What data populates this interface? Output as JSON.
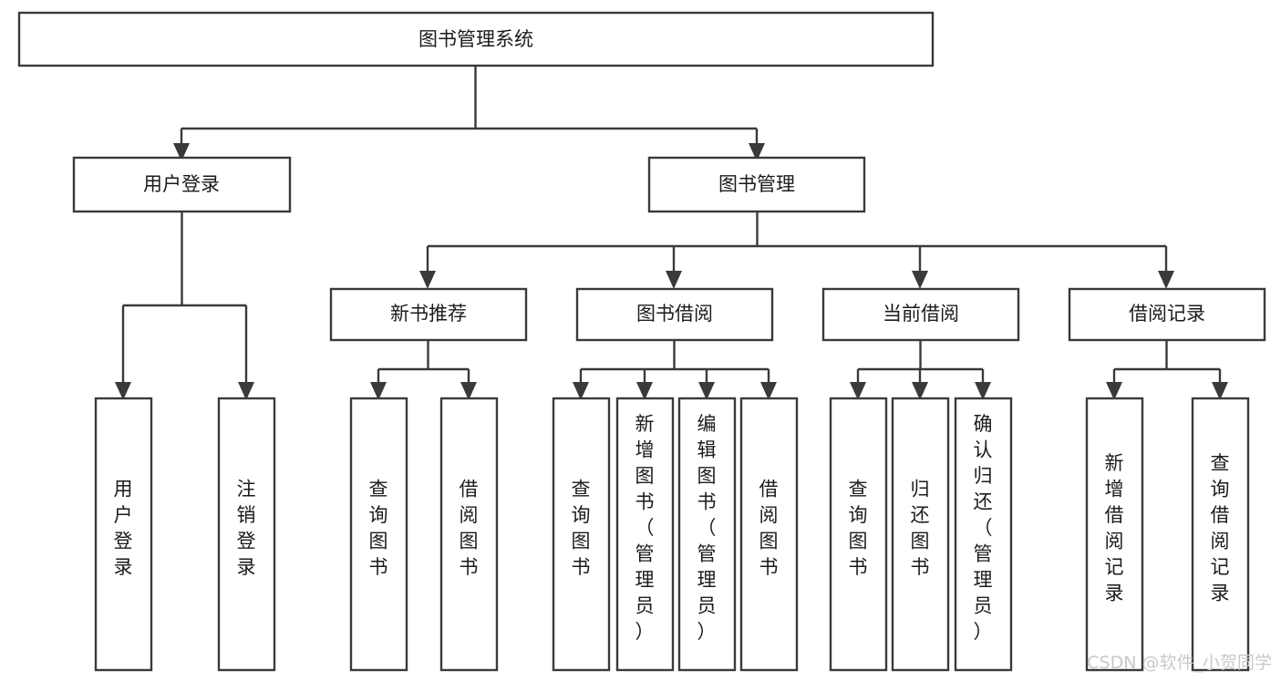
{
  "diagram": {
    "title": "图书管理系统",
    "type": "functional-structure-tree",
    "orientation": "top-down",
    "background_color": "#ffffff",
    "box_stroke_color": "#3a3a3a",
    "box_fill_color": "#ffffff",
    "text_color": "#1b1b1b",
    "levels": [
      {
        "level": 1,
        "nodes": [
          {
            "id": "root",
            "label": "图书管理系统",
            "text_orientation": "horizontal"
          }
        ]
      },
      {
        "level": 2,
        "nodes": [
          {
            "id": "login",
            "label": "用户登录",
            "text_orientation": "horizontal",
            "parent": "root"
          },
          {
            "id": "bookmgmt",
            "label": "图书管理",
            "text_orientation": "horizontal",
            "parent": "root"
          }
        ]
      },
      {
        "level": 3,
        "nodes": [
          {
            "id": "newbook",
            "label": "新书推荐",
            "text_orientation": "horizontal",
            "parent": "bookmgmt"
          },
          {
            "id": "borrow",
            "label": "图书借阅",
            "text_orientation": "horizontal",
            "parent": "bookmgmt"
          },
          {
            "id": "current",
            "label": "当前借阅",
            "text_orientation": "horizontal",
            "parent": "bookmgmt"
          },
          {
            "id": "records",
            "label": "借阅记录",
            "text_orientation": "horizontal",
            "parent": "bookmgmt"
          }
        ]
      },
      {
        "level": 4,
        "nodes": [
          {
            "id": "leaf-user-login",
            "label": "用户登录",
            "text_orientation": "vertical",
            "parent": "login"
          },
          {
            "id": "leaf-user-logout",
            "label": "注销登录",
            "text_orientation": "vertical",
            "parent": "login"
          },
          {
            "id": "leaf-nb-query",
            "label": "查询图书",
            "text_orientation": "vertical",
            "parent": "newbook"
          },
          {
            "id": "leaf-nb-borrow",
            "label": "借阅图书",
            "text_orientation": "vertical",
            "parent": "newbook"
          },
          {
            "id": "leaf-bo-query",
            "label": "查询图书",
            "text_orientation": "vertical",
            "parent": "borrow"
          },
          {
            "id": "leaf-bo-add",
            "label": "新增图书（管理员）",
            "text_orientation": "vertical",
            "parent": "borrow"
          },
          {
            "id": "leaf-bo-edit",
            "label": "编辑图书（管理员）",
            "text_orientation": "vertical",
            "parent": "borrow"
          },
          {
            "id": "leaf-bo-borrow",
            "label": "借阅图书",
            "text_orientation": "vertical",
            "parent": "borrow"
          },
          {
            "id": "leaf-cu-query",
            "label": "查询图书",
            "text_orientation": "vertical",
            "parent": "current"
          },
          {
            "id": "leaf-cu-return",
            "label": "归还图书",
            "text_orientation": "vertical",
            "parent": "current"
          },
          {
            "id": "leaf-cu-confirm",
            "label": "确认归还（管理员）",
            "text_orientation": "vertical",
            "parent": "current"
          },
          {
            "id": "leaf-rc-add",
            "label": "新增借阅记录",
            "text_orientation": "vertical",
            "parent": "records"
          },
          {
            "id": "leaf-rc-query",
            "label": "查询借阅记录",
            "text_orientation": "vertical",
            "parent": "records"
          }
        ]
      }
    ]
  },
  "watermark": {
    "text": "CSDN @软件_小贺同学",
    "color": "#c9c9c9"
  }
}
